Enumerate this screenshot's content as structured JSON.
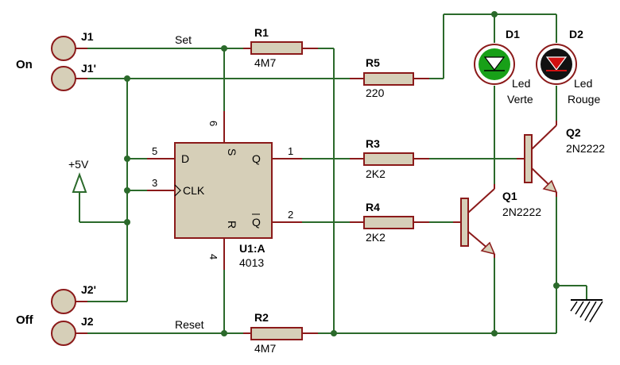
{
  "labels": {
    "on": "On",
    "off": "Off",
    "set": "Set",
    "reset": "Reset",
    "vcc": "+5V"
  },
  "connectors": [
    {
      "ref": "J1"
    },
    {
      "ref": "J1'"
    },
    {
      "ref": "J2'"
    },
    {
      "ref": "J2"
    }
  ],
  "resistors": [
    {
      "ref": "R1",
      "value": "4M7"
    },
    {
      "ref": "R5",
      "value": "220"
    },
    {
      "ref": "R3",
      "value": "2K2"
    },
    {
      "ref": "R4",
      "value": "2K2"
    },
    {
      "ref": "R2",
      "value": "4M7"
    }
  ],
  "flipflop": {
    "ref": "U1:A",
    "value": "4013",
    "pins": {
      "d": "D",
      "clk": "CLK",
      "s": "S",
      "r": "R",
      "q": "Q",
      "qbar": "Q"
    },
    "pin_numbers": {
      "d": "5",
      "clk": "3",
      "s": "6",
      "r": "4",
      "q": "1",
      "qbar": "2"
    }
  },
  "leds": [
    {
      "ref": "D1",
      "line1": "Led",
      "line2": "Verte",
      "color": "#18a018"
    },
    {
      "ref": "D2",
      "line1": "Led",
      "line2": "Rouge",
      "color": "#d01010"
    }
  ],
  "transistors": [
    {
      "ref": "Q2",
      "value": "2N2222"
    },
    {
      "ref": "Q1",
      "value": "2N2222"
    }
  ]
}
